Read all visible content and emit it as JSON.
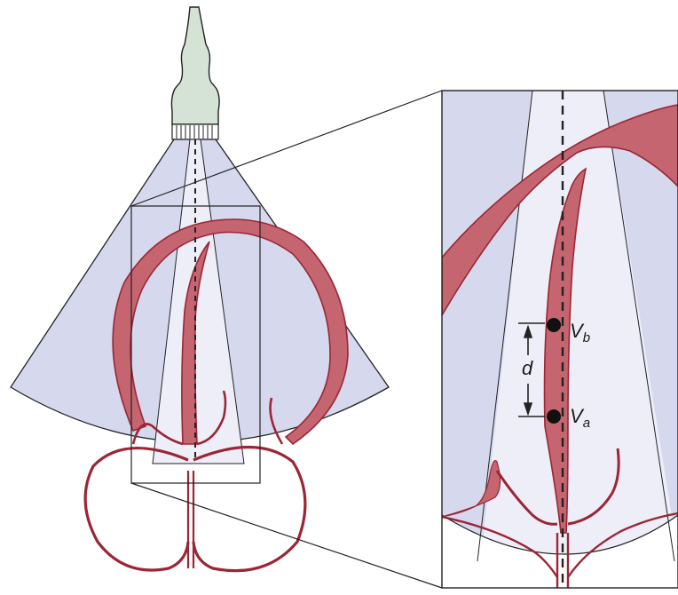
{
  "labels": {
    "distance": "d",
    "point_b_main": "V",
    "point_b_sub": "b",
    "point_a_main": "V",
    "point_a_sub": "a"
  },
  "colors": {
    "background": "#ffffff",
    "sector_fill": "#d6d8ee",
    "beam_fill": "#eeeef8",
    "myocardium_fill": "#c46570",
    "myocardium_stroke": "#9a2636",
    "probe_fill": "#d5e3d6",
    "outline": "#222222"
  },
  "icons": [
    "ultrasound-probe-icon",
    "heart-icon"
  ]
}
